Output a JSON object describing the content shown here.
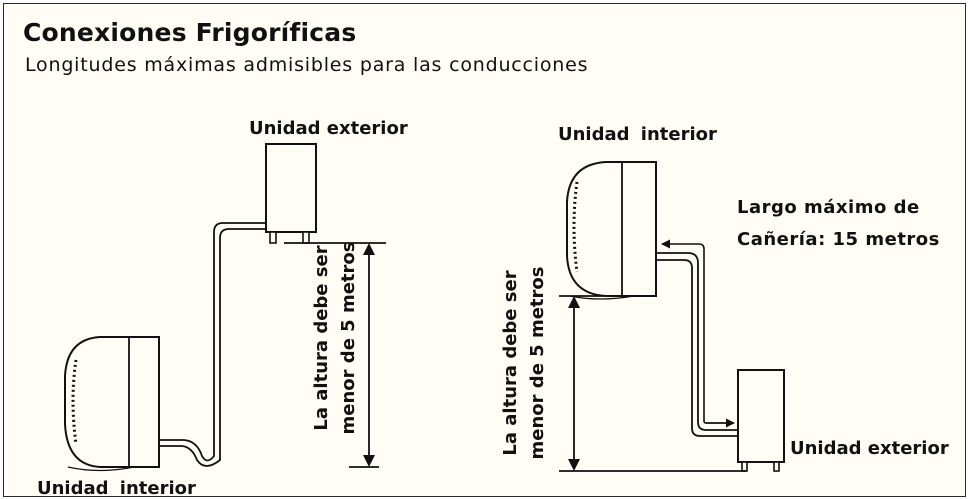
{
  "header": {
    "title": "Conexiones Frigoríficas",
    "subtitle": "Longitudes máximas admisibles para las conducciones"
  },
  "left_scenario": {
    "outdoor_label": "Unidad exterior",
    "indoor_label": "Unidad  interior",
    "height_note": {
      "line1": "La altura debe ser",
      "line2": "menor de 5 metros"
    }
  },
  "right_scenario": {
    "indoor_label": "Unidad  interior",
    "outdoor_label": "Unidad exterior",
    "pipe_length_note": {
      "line1": "Largo máximo de",
      "line2": "Cañería: 15 metros"
    },
    "height_note": {
      "line1": "La altura debe ser",
      "line2": "menor de 5 metros"
    }
  }
}
